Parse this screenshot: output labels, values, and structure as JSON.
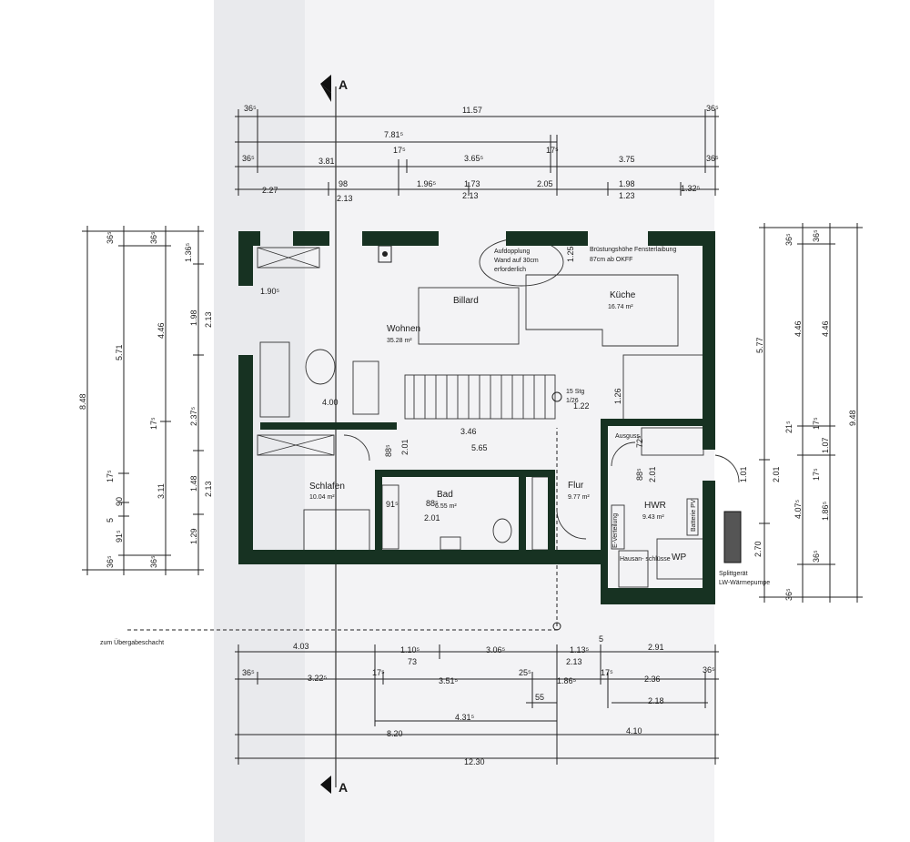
{
  "rooms": {
    "billard": "Billard",
    "wohnen": "Wohnen",
    "wohnen_area": "35.28 m²",
    "kueche": "Küche",
    "kueche_area": "16.74 m²",
    "schlafen": "Schlafen",
    "schlafen_area": "10.04 m²",
    "bad": "Bad",
    "bad_area": "6.55 m²",
    "flur": "Flur",
    "flur_area": "9.77 m²",
    "hwr": "HWR",
    "hwr_area": "9.43 m²",
    "wp": "WP",
    "ausguss": "Ausguss",
    "e_verteilung": "E-Verteilung",
    "batterie": "Batterie PV",
    "hausanschluss": "Hausan- schlüsse"
  },
  "notes": {
    "aufdopplung_1": "Aufdopplung",
    "aufdopplung_2": "Wand auf 30cm",
    "aufdopplung_3": "erforderlich",
    "bruestung_1": "Brüstungshöhe Fensterlaibung",
    "bruestung_2": "87cm ab OKFF",
    "stg_1": "15 Stg",
    "stg_2": "1/26",
    "splitt_1": "Splittgerät",
    "splitt_2": "LW-Wärmepumpe",
    "uebergabe": "zum Übergabeschacht",
    "section": "A"
  },
  "dims_top": {
    "r1_a": "36⁵",
    "r1_total": "11.57",
    "r1_b": "36⁵",
    "r2_a": "7.81⁵",
    "r3_a": "36⁵",
    "r3_b": "17⁵",
    "r3_c": "17⁵",
    "r3_d": "36⁵",
    "r4_a": "3.81",
    "r4_b": "3.65⁵",
    "r4_c": "3.75",
    "r5_a": "2.27",
    "r5_b": "98",
    "r5_c": "1.96⁵",
    "r5_d": "1.73",
    "r5_e": "2.05",
    "r5_f": "1.98",
    "r5_g": "1.32⁵",
    "r6_a": "2.13",
    "r6_b": "2.13",
    "r6_c": "1.23"
  },
  "dims_bottom": {
    "b1_a": "4.03",
    "b1_b": "1.10⁵",
    "b1_c": "3.06⁵",
    "b1_d": "1.13⁵",
    "b1_e": "5",
    "b1_f": "2.91",
    "b2_a": "73",
    "b2_b": "2.13",
    "b3_a": "36⁵",
    "b3_b": "17⁵",
    "b3_c": "25⁵",
    "b3_d": "17⁵",
    "b3_e": "36⁵",
    "b4_a": "3.22⁵",
    "b4_b": "3.51⁵",
    "b4_c": "1.86⁵",
    "b4_d": "2.36",
    "b5_a": "55",
    "b5_b": "2.18",
    "b6_a": "4.31⁵",
    "b7_a": "8.20",
    "b7_b": "4.10",
    "b8_a": "12.30"
  },
  "dims_left": {
    "l_total": "8.48",
    "l_a": "36⁵",
    "l_b": "5.71",
    "l_c": "17⁵",
    "l_d": "90",
    "l_e": "5",
    "l_f": "91⁵",
    "l_g": "36⁵",
    "l_h": "36⁵",
    "l_i": "4.46",
    "l_j": "17⁵",
    "l_k": "3.11",
    "l_l": "36⁵",
    "l_m": "1.36⁵",
    "l_n": "1.98",
    "l_o": "2.37⁵",
    "l_p": "1.48",
    "l_q": "1.29",
    "l_r": "2.13",
    "l_s": "2.13"
  },
  "dims_right": {
    "r_total": "9.48",
    "r_a": "36⁵",
    "r_b": "5.77",
    "r_c": "21⁵",
    "r_d": "4.07⁵",
    "r_e": "36⁵",
    "r_f": "36⁵",
    "r_g": "4.46",
    "r_h": "17⁵",
    "r_i": "1.07",
    "r_j": "17⁵",
    "r_k": "1.86⁵",
    "r_l": "36⁵",
    "r_m": "1.01",
    "r_n": "2.01",
    "r_o": "2.70"
  },
  "dims_inner": {
    "i_190": "1.90⁵",
    "i_400": "4.00",
    "i_346": "3.46",
    "i_565": "5.65",
    "i_122": "1.22",
    "i_126": "1.26",
    "i_88a": "88⁵",
    "i_201a": "2.01",
    "i_91": "91⁵",
    "i_88b": "88⁵",
    "i_201b": "2.01",
    "i_88c": "88⁵",
    "i_201c": "2.01",
    "i_72": "72⁵",
    "i_125": "1.25"
  }
}
